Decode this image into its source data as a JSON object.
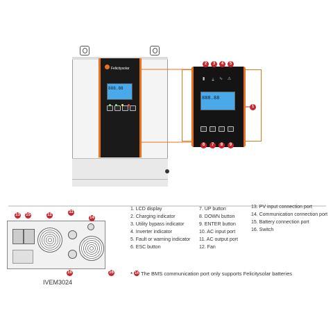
{
  "device": {
    "brand": "Felicitysolar",
    "lcd_text": "888.88",
    "model": "IVEM3024"
  },
  "zoom": {
    "lcd_text": "888.88",
    "badges_top": [
      "2",
      "3",
      "4",
      "5"
    ],
    "badges_bottom": [
      "6",
      "7",
      "8",
      "9"
    ],
    "badge_right": "1"
  },
  "bottom_badges": [
    "13",
    "15",
    "12",
    "11",
    "14",
    "10",
    "16"
  ],
  "legend": {
    "col1": [
      "1. LCD display",
      "2. Charging indicator",
      "3. Utility bypass indicator",
      "4. Inverter indicator",
      "5. Fault or warning indicator",
      "6. ESC button"
    ],
    "col2": [
      "7. UP button",
      "8. DOWN button",
      "9. ENTER button",
      "10. AC input port",
      "11. AC output port",
      "12. Fan"
    ],
    "col3": [
      "13. PV input connection port",
      "14. Communication connection port",
      "15. Battery connection port",
      "16. Switch"
    ]
  },
  "note": {
    "marker": "*",
    "badge": "14",
    "text": "The BMS communication port only supports Felicitysolar batteries"
  },
  "colors": {
    "accent": "#e8731c",
    "badge": "#c8262c",
    "lcd": "#4aa9e8"
  }
}
